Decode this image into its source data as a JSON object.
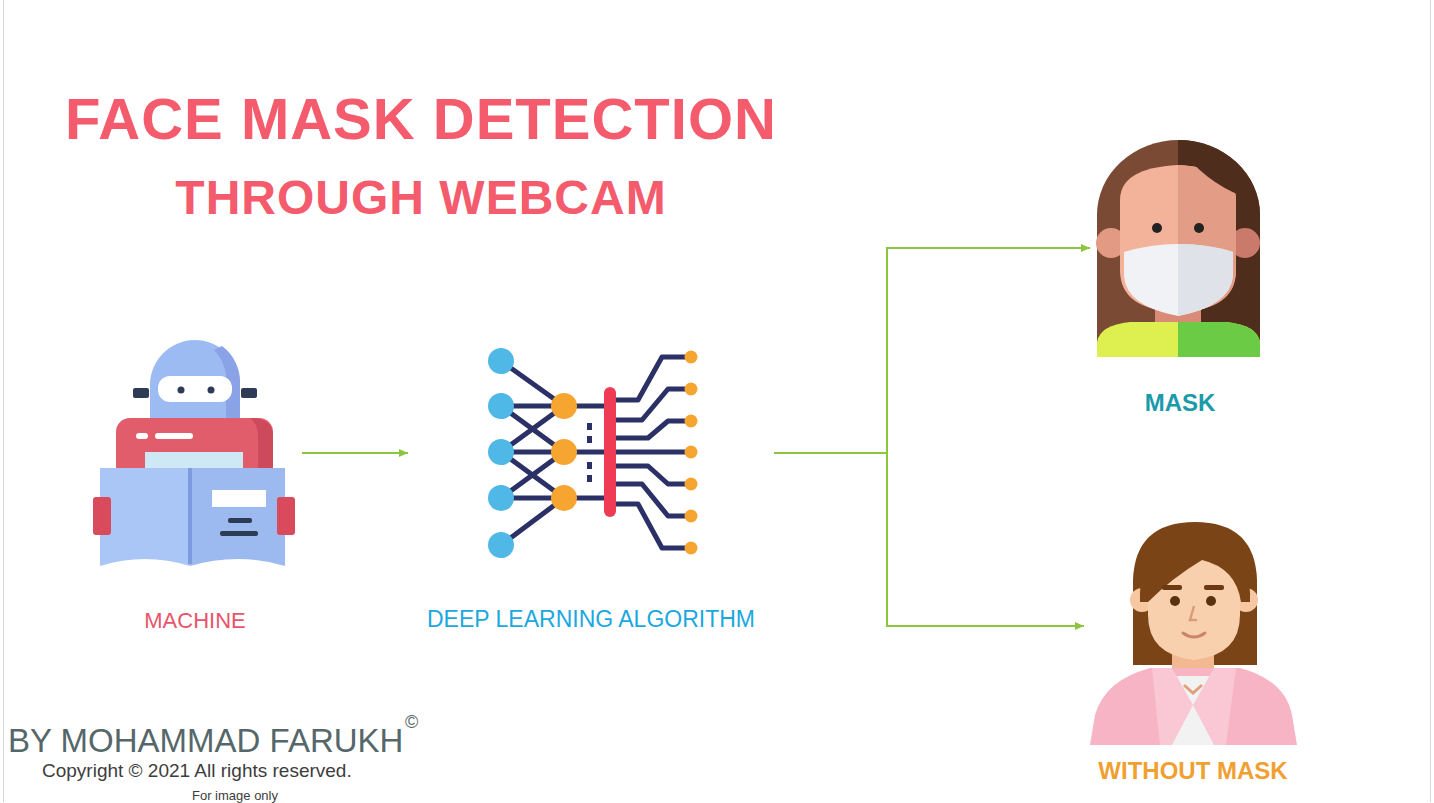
{
  "diagram": {
    "title": "FACE MASK DETECTION",
    "nodes": [
      {
        "text": [
          "MACHINE"
        ]
      },
      {
        "text": [
          "DEEP LEARNING ALGORITHM"
        ]
      },
      {
        "text": [
          "MASK"
        ]
      },
      {
        "text": [
          "WITHOUT MASK"
        ]
      }
    ],
    "edges": [
      {
        "from": 0,
        "to": 1,
        "arrow": "to"
      },
      {
        "from": 1,
        "to": 2,
        "arrow": "to"
      },
      {
        "from": 1,
        "to": 3,
        "arrow": "to"
      }
    ],
    "labels": [
      "THROUGH WEBCAM",
      "BY MOHAMMAD FARUKH",
      "©",
      "Copyright © 2021 All rights reserved.",
      "For image only"
    ]
  }
}
